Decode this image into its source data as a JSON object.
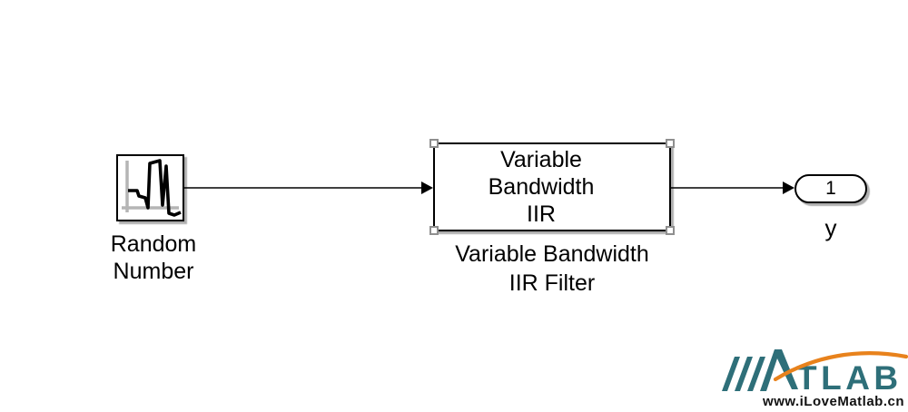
{
  "canvas": {
    "background": "#ffffff"
  },
  "colors": {
    "teal": "#2e6f79",
    "orange": "#e8821c",
    "axis": "#b5b5b5",
    "handle": "#8f8f8f",
    "ink": "#000000"
  },
  "blocks": {
    "random_number": {
      "name_lines": [
        "Random",
        "Number"
      ],
      "icon": "noise-waveform-icon"
    },
    "iir": {
      "display_lines": [
        "Variable",
        "Bandwidth",
        "IIR"
      ],
      "name_lines": [
        "Variable Bandwidth",
        "IIR Filter"
      ],
      "selected": true
    },
    "outport": {
      "number": "1",
      "name": "y"
    }
  },
  "wires": [
    {
      "from": "random_number",
      "to": "iir"
    },
    {
      "from": "iir",
      "to": "outport"
    }
  ],
  "watermark": {
    "brand": "TLAB",
    "url": "www.iLoveMatlab.cn"
  }
}
